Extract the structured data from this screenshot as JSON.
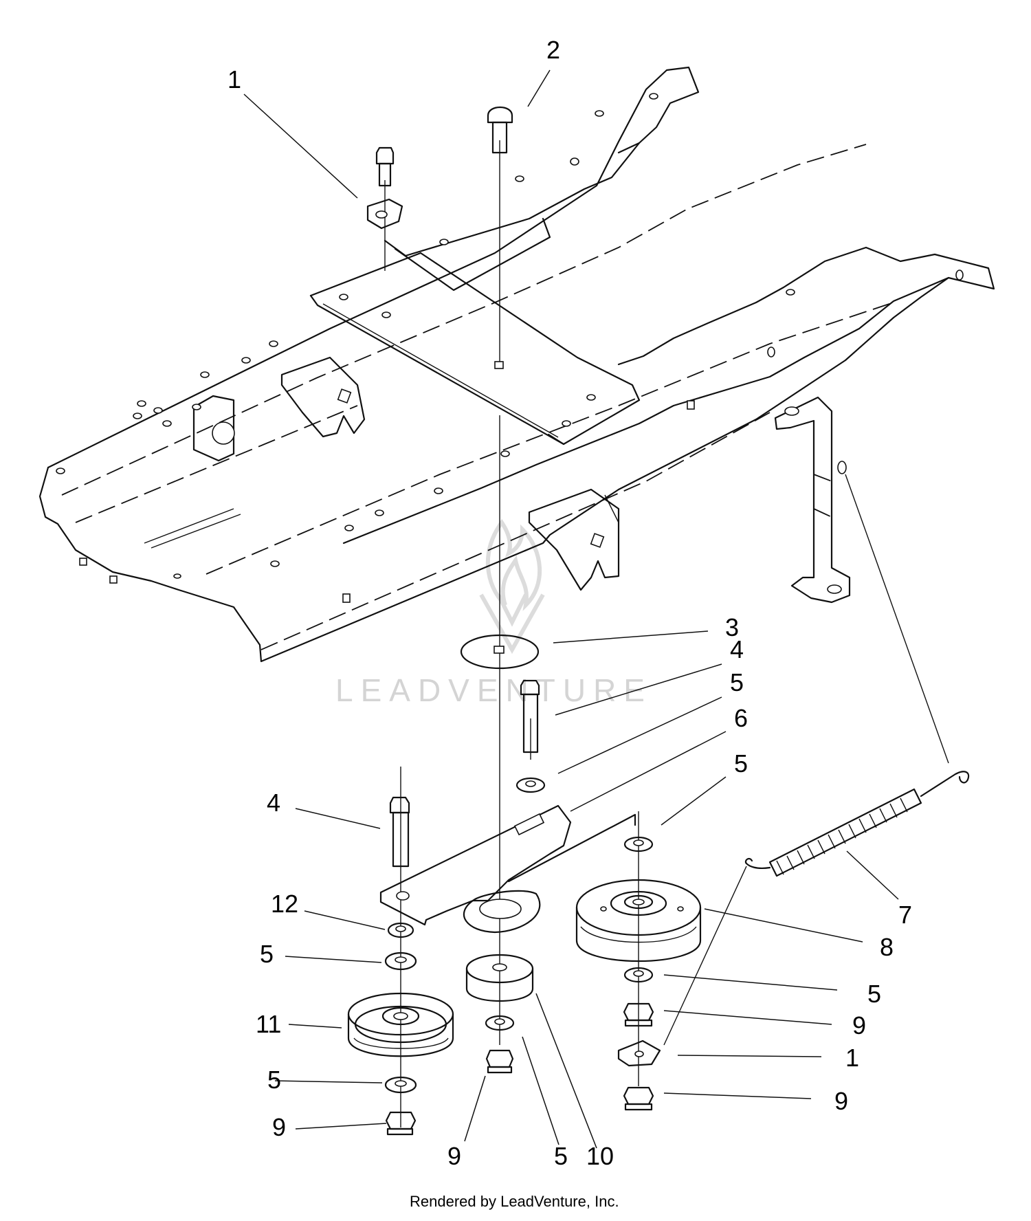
{
  "callouts": [
    {
      "id": "c1a",
      "text": "1"
    },
    {
      "id": "c2",
      "text": "2"
    },
    {
      "id": "c3",
      "text": "3"
    },
    {
      "id": "c4a",
      "text": "4"
    },
    {
      "id": "c5a",
      "text": "5"
    },
    {
      "id": "c6",
      "text": "6"
    },
    {
      "id": "c5b",
      "text": "5"
    },
    {
      "id": "c4b",
      "text": "4"
    },
    {
      "id": "c12",
      "text": "12"
    },
    {
      "id": "c5c",
      "text": "5"
    },
    {
      "id": "c11",
      "text": "11"
    },
    {
      "id": "c5d",
      "text": "5"
    },
    {
      "id": "c9a",
      "text": "9"
    },
    {
      "id": "c9b",
      "text": "9"
    },
    {
      "id": "c5e",
      "text": "5"
    },
    {
      "id": "c10",
      "text": "10"
    },
    {
      "id": "c7",
      "text": "7"
    },
    {
      "id": "c8",
      "text": "8"
    },
    {
      "id": "c5f",
      "text": "5"
    },
    {
      "id": "c9c",
      "text": "9"
    },
    {
      "id": "c1b",
      "text": "1"
    },
    {
      "id": "c9d",
      "text": "9"
    }
  ],
  "watermark": "LEADVENTURE",
  "credit": "Rendered by LeadVenture, Inc."
}
